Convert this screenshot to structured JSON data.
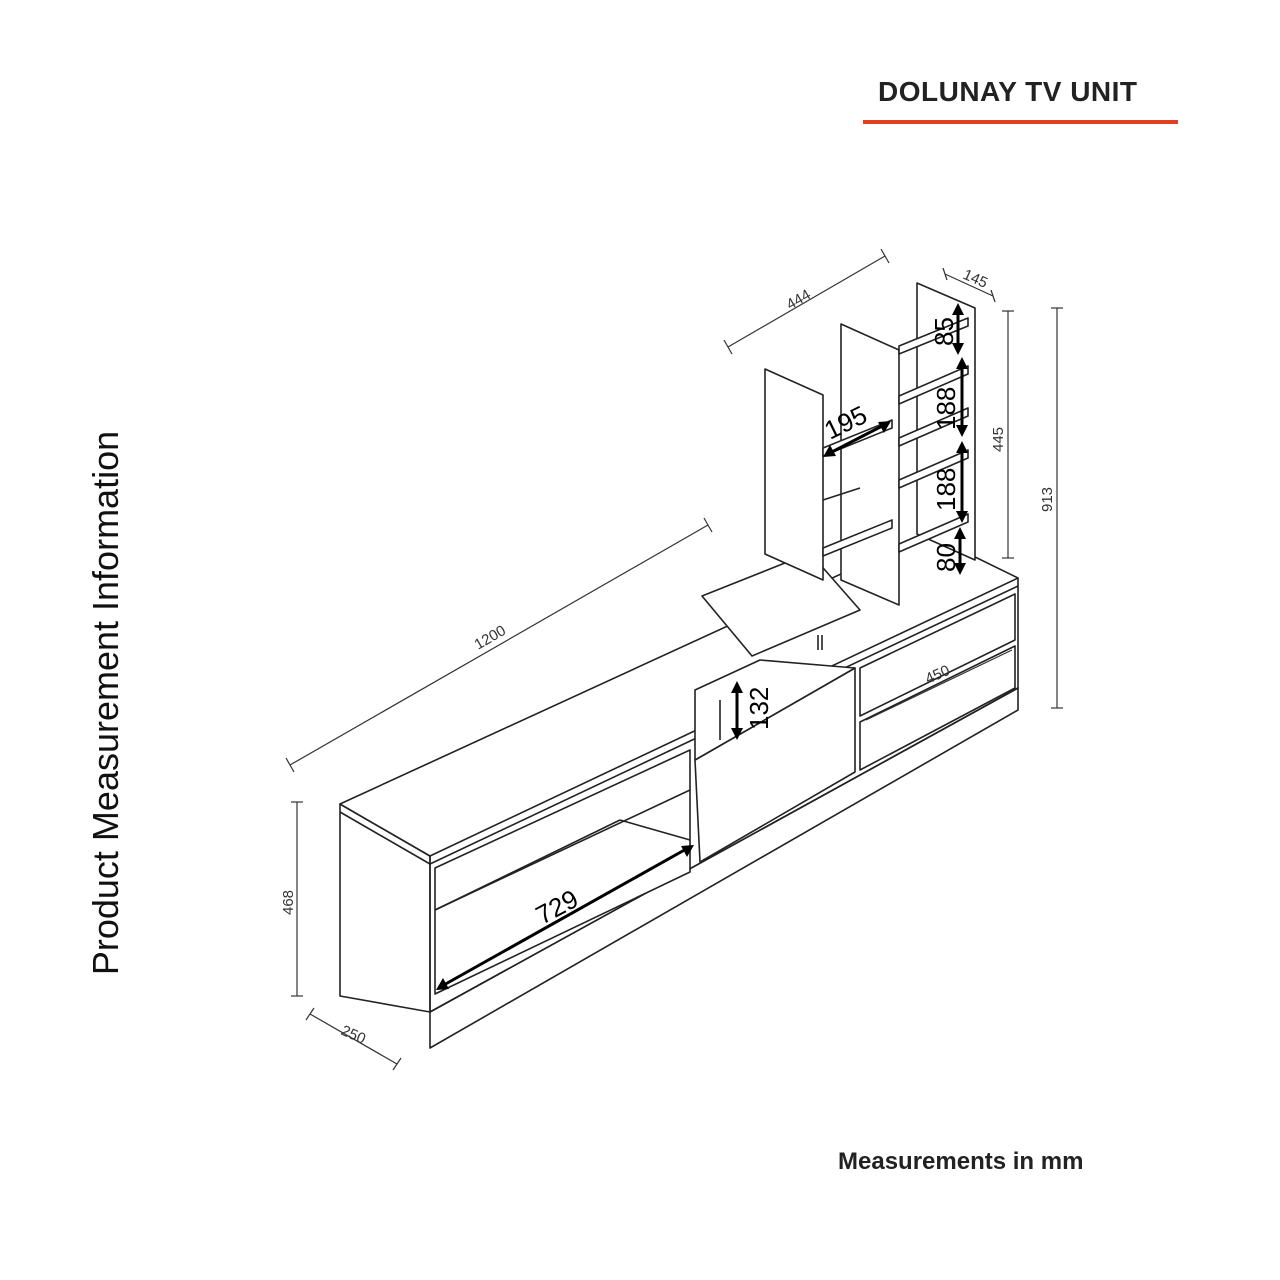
{
  "title": "DOLUNAY TV UNIT",
  "side_label": "Product Measurement Information",
  "units_note": "Measurements in mm",
  "accent_color": "#e2401c",
  "dimensions": {
    "total_width": "1200",
    "depth": "250",
    "base_height": "468",
    "total_height": "913",
    "shelf_width": "444",
    "shelf_depth": "145",
    "shelf_height": "445",
    "shelf_gap_top": "85",
    "shelf_gap_upper": "188",
    "shelf_gap_lower": "188",
    "shelf_gap_bottom": "80",
    "inner_shelf_width": "195",
    "niche_height": "132",
    "drawer_width": "450",
    "open_compartment_width": "729"
  }
}
